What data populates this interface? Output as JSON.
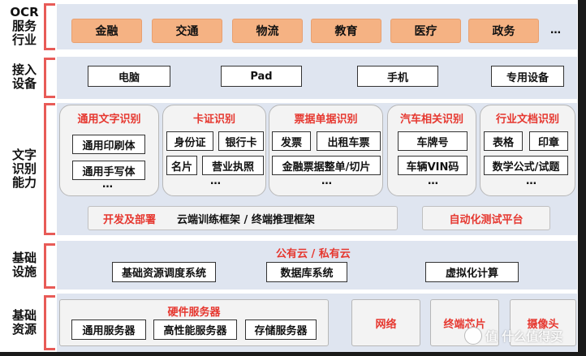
{
  "sections": {
    "ocr": "OCR\n服务\n行业",
    "access": "接入\n设备",
    "recognition": "文字\n识别\n能力",
    "infra": "基础\n设施",
    "resources": "基础\n资源"
  },
  "industries": [
    "金融",
    "交通",
    "物流",
    "教育",
    "医疗",
    "政务"
  ],
  "industries_more": "…",
  "devices": [
    "电脑",
    "Pad",
    "手机",
    "专用设备"
  ],
  "cards": {
    "general": {
      "title": "通用文字识别",
      "items": [
        "通用印刷体",
        "通用手写体"
      ],
      "more": "…"
    },
    "cert": {
      "title": "卡证识别",
      "items": [
        "身份证",
        "银行卡",
        "名片",
        "营业执照"
      ],
      "more": "…"
    },
    "invoice": {
      "title": "票据单据识别",
      "items": [
        "发票",
        "出租车票",
        "金融票据整单/切片"
      ],
      "more": "…"
    },
    "car": {
      "title": "汽车相关识别",
      "items": [
        "车牌号",
        "车辆VIN码"
      ],
      "more": "…"
    },
    "doc": {
      "title": "行业文档识别",
      "items": [
        "表格",
        "印章",
        "数学公式/试题"
      ],
      "more": "…"
    }
  },
  "devops": {
    "label": "开发及部署",
    "frameworks": "云端训练框架 / 终端推理框架",
    "testing": "自动化测试平台"
  },
  "infra": {
    "cloud": "公有云 / 私有云",
    "systems": [
      "基础资源调度系统",
      "数据库系统",
      "虚拟化计算"
    ]
  },
  "resources": {
    "hardware_title": "硬件服务器",
    "servers": [
      "通用服务器",
      "高性能服务器",
      "存储服务器"
    ],
    "network": "网络",
    "chip": "终端芯片",
    "camera": "摄像头"
  },
  "watermark": "值 什么值得买"
}
